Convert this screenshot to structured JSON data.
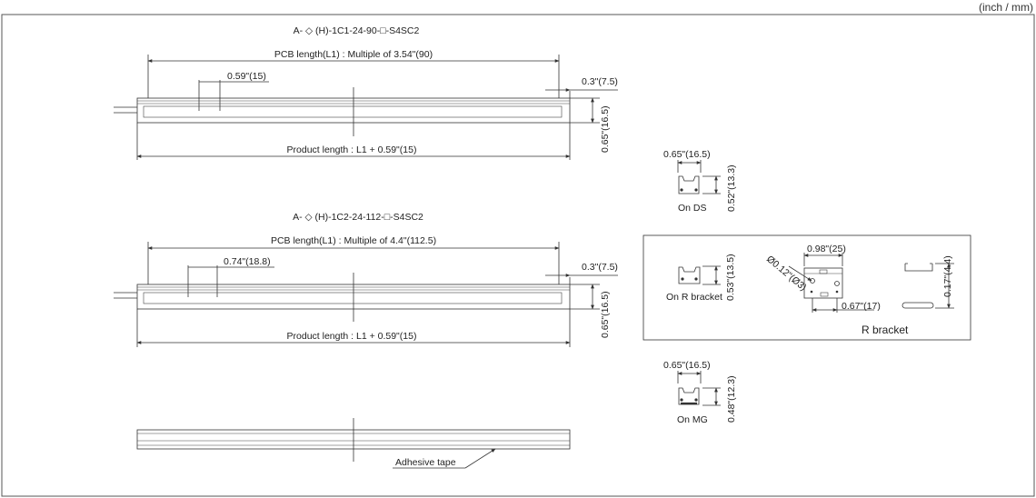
{
  "units": "(inch / mm)",
  "strip1": {
    "model": "A- ◇ (H)-1C1-24-90-□-S4SC2",
    "pcb_length": "PCB length(L1) : Multiple of 3.54\"(90)",
    "pitch": "0.59\"(15)",
    "height": "0.3\"(7.5)",
    "depth": "0.65\"(16.5)",
    "product_length": "Product length : L1 + 0.59\"(15)"
  },
  "strip2": {
    "model": "A- ◇ (H)-1C2-24-112-□-S4SC2",
    "pcb_length": "PCB length(L1) : Multiple of 4.4\"(112.5)",
    "pitch": "0.74\"(18.8)",
    "height": "0.3\"(7.5)",
    "depth": "0.65\"(16.5)",
    "product_length": "Product length : L1 + 0.59\"(15)"
  },
  "strip3": {
    "adhesive": "Adhesive tape"
  },
  "on_ds": {
    "width": "0.65\"(16.5)",
    "height": "0.52\"(13.3)",
    "label": "On DS"
  },
  "r_bracket_box": {
    "on_r_label": "On R bracket",
    "on_r_height": "0.53\"(13.5)",
    "hole": "Ø0.12\"(Ø3)",
    "width": "0.98\"(25)",
    "hole_pitch": "0.67\"(17)",
    "thickness": "0.17\"(4.4)",
    "title": "R bracket"
  },
  "on_mg": {
    "width": "0.65\"(16.5)",
    "height": "0.48\"(12.3)",
    "label": "On MG"
  }
}
